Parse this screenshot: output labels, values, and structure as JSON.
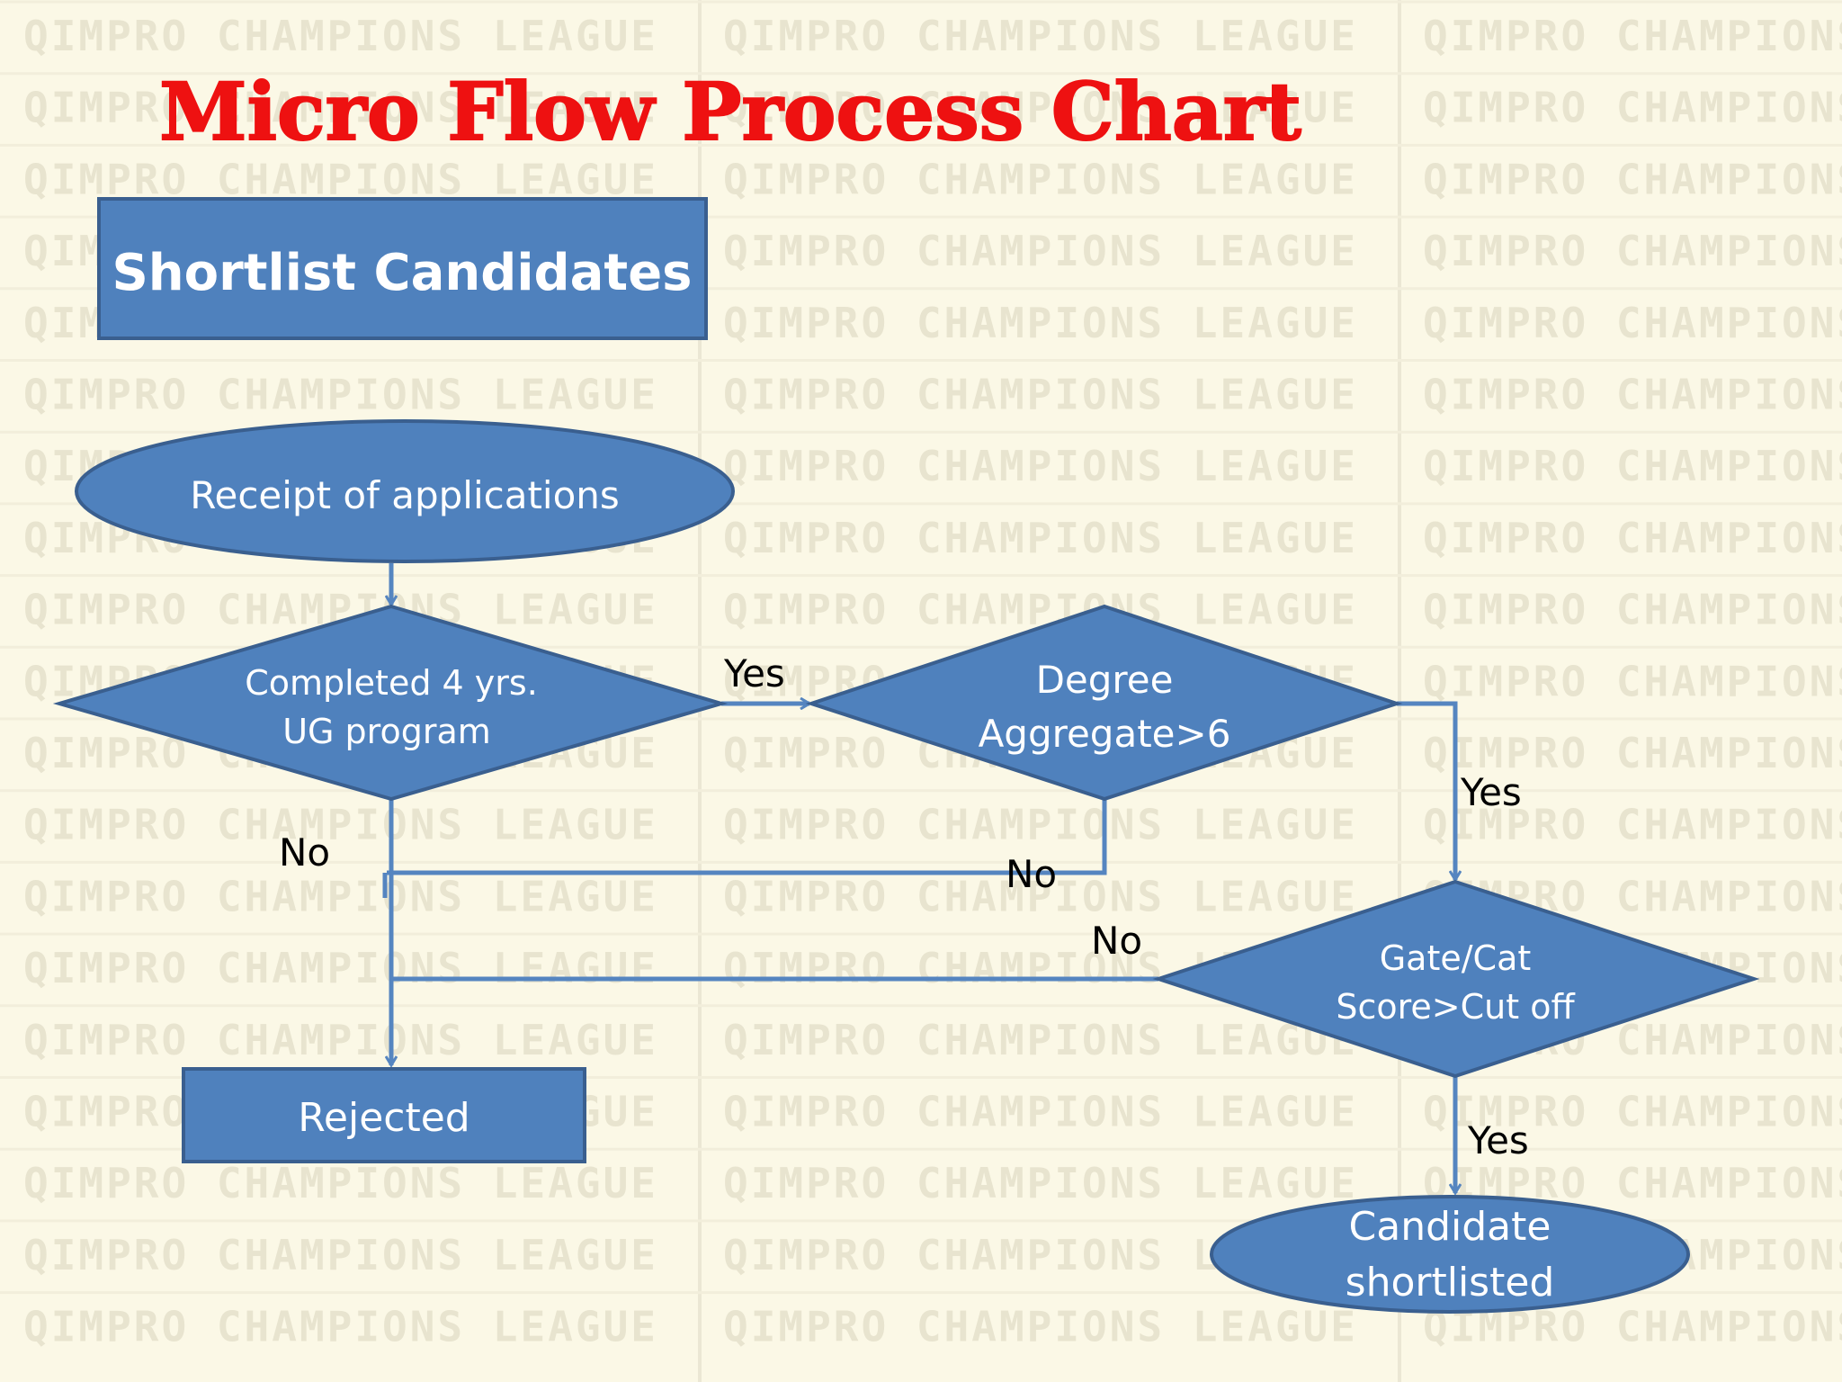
{
  "title": "Micro Flow Process Chart",
  "watermark": "QIMPRO CHAMPIONS LEAGUE",
  "colors": {
    "background": "#fbf8e6",
    "title": "#ee1111",
    "shape_fill": "#4f81bd",
    "shape_stroke": "#3a5f8f",
    "connector": "#5585c0",
    "shape_text": "#ffffff",
    "label_text": "#000000",
    "watermark": "#e8e4cf"
  },
  "diagram": {
    "header_box": "Shortlist Candidates",
    "nodes": [
      {
        "id": "receipt",
        "shape": "ellipse",
        "lines": [
          "Receipt of applications"
        ]
      },
      {
        "id": "ug",
        "shape": "diamond",
        "lines": [
          "Completed 4 yrs.",
          "UG program"
        ]
      },
      {
        "id": "degree",
        "shape": "diamond",
        "lines": [
          "Degree",
          "Aggregate>6"
        ]
      },
      {
        "id": "gate",
        "shape": "diamond",
        "lines": [
          "Gate/Cat",
          "Score>Cut off"
        ]
      },
      {
        "id": "rejected",
        "shape": "rectangle",
        "lines": [
          "Rejected"
        ]
      },
      {
        "id": "shortlisted",
        "shape": "ellipse",
        "lines": [
          "Candidate",
          "shortlisted"
        ]
      }
    ],
    "edges": [
      {
        "from": "receipt",
        "to": "ug",
        "label": ""
      },
      {
        "from": "ug",
        "to": "degree",
        "label": "Yes"
      },
      {
        "from": "ug",
        "to": "rejected",
        "label": "No"
      },
      {
        "from": "degree",
        "to": "gate",
        "label": "Yes"
      },
      {
        "from": "degree",
        "to": "rejected",
        "label": "No"
      },
      {
        "from": "gate",
        "to": "rejected",
        "label": "No"
      },
      {
        "from": "gate",
        "to": "shortlisted",
        "label": "Yes"
      }
    ]
  }
}
